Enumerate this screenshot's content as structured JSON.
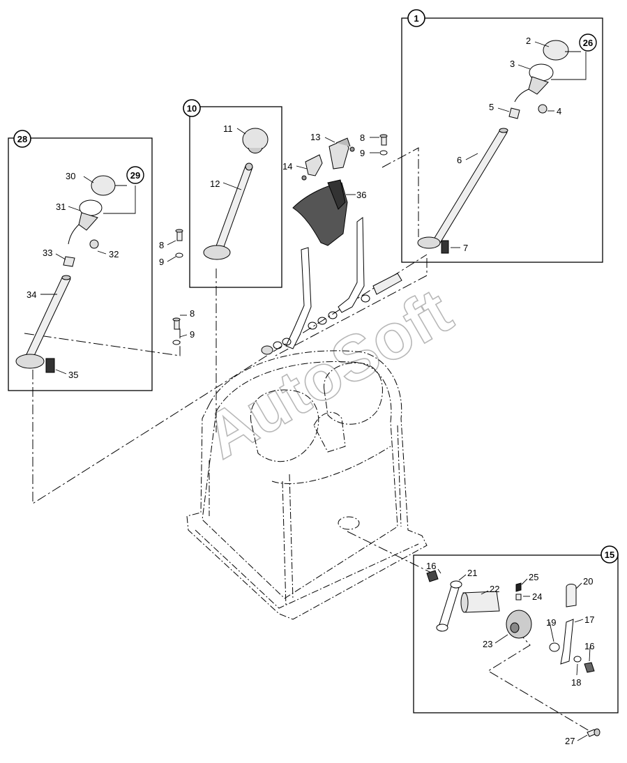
{
  "watermark": "AutoSoft",
  "assemblies": [
    {
      "id": "1",
      "children": [
        "2",
        "26",
        "3",
        "4",
        "5",
        "6",
        "7"
      ]
    },
    {
      "id": "10",
      "children": [
        "11",
        "12"
      ]
    },
    {
      "id": "28",
      "children": [
        "30",
        "29",
        "31",
        "32",
        "33",
        "34",
        "35"
      ]
    },
    {
      "id": "15",
      "children": [
        "16",
        "21",
        "22",
        "25",
        "24",
        "20",
        "19",
        "17",
        "23",
        "18"
      ]
    }
  ],
  "labels": {
    "n1": "1",
    "n2": "2",
    "n3": "3",
    "n4": "4",
    "n5": "5",
    "n6": "6",
    "n7": "7",
    "n8a": "8",
    "n8b": "8",
    "n8c": "8",
    "n9a": "9",
    "n9b": "9",
    "n9c": "9",
    "n10": "10",
    "n11": "11",
    "n12": "12",
    "n13": "13",
    "n14": "14",
    "n15": "15",
    "n16a": "16",
    "n16b": "16",
    "n17": "17",
    "n18": "18",
    "n19": "19",
    "n20": "20",
    "n21": "21",
    "n22": "22",
    "n23": "23",
    "n24": "24",
    "n25": "25",
    "n26": "26",
    "n27": "27",
    "n28": "28",
    "n29": "29",
    "n30": "30",
    "n31": "31",
    "n32": "32",
    "n33": "33",
    "n34": "34",
    "n35": "35",
    "n36": "36"
  }
}
